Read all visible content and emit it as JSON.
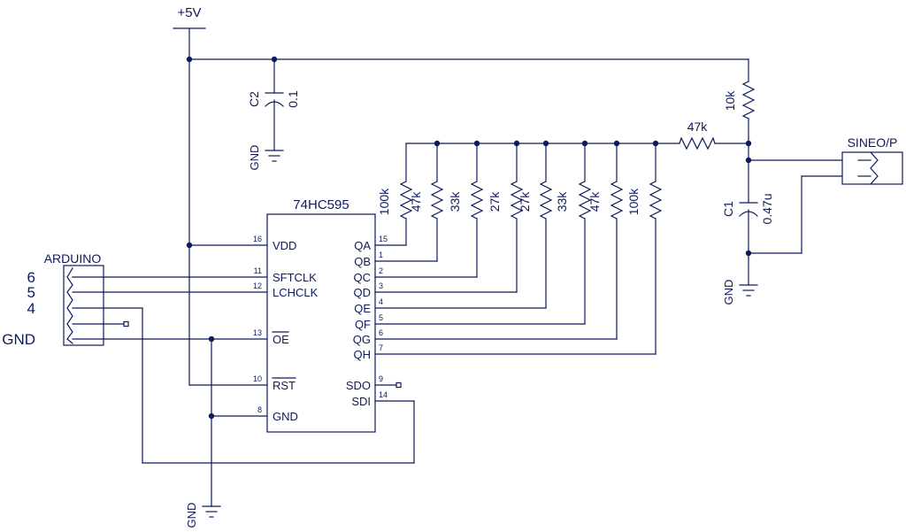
{
  "power": {
    "vcc_label": "+5V"
  },
  "chip": {
    "name": "74HC595",
    "pins_left": [
      {
        "num": "16",
        "label": "VDD"
      },
      {
        "num": "11",
        "label": "SFTCLK"
      },
      {
        "num": "12",
        "label": "LCHCLK"
      },
      {
        "num": "13",
        "label": "OE"
      },
      {
        "num": "10",
        "label": "RST"
      },
      {
        "num": "8",
        "label": "GND"
      }
    ],
    "pins_right": [
      {
        "num": "15",
        "label": "QA"
      },
      {
        "num": "1",
        "label": "QB"
      },
      {
        "num": "2",
        "label": "QC"
      },
      {
        "num": "3",
        "label": "QD"
      },
      {
        "num": "4",
        "label": "QE"
      },
      {
        "num": "5",
        "label": "QF"
      },
      {
        "num": "6",
        "label": "QG"
      },
      {
        "num": "7",
        "label": "QH"
      },
      {
        "num": "9",
        "label": "SDO"
      },
      {
        "num": "14",
        "label": "SDI"
      }
    ]
  },
  "ladder_resistors": [
    "100k",
    "47k",
    "33k",
    "27k",
    "27k",
    "33k",
    "47k",
    "100k"
  ],
  "series_resistor": "47k",
  "pullup_resistor": "10k",
  "capacitors": {
    "c2": {
      "name": "C2",
      "value": "0.1"
    },
    "c1": {
      "name": "C1",
      "value": "0.47u"
    }
  },
  "gnd_label": "GND",
  "connectors": {
    "arduino": {
      "title": "ARDUINO",
      "pins": [
        "6",
        "5",
        "4",
        "GND"
      ]
    },
    "sine": {
      "title": "SINEO/P"
    }
  }
}
